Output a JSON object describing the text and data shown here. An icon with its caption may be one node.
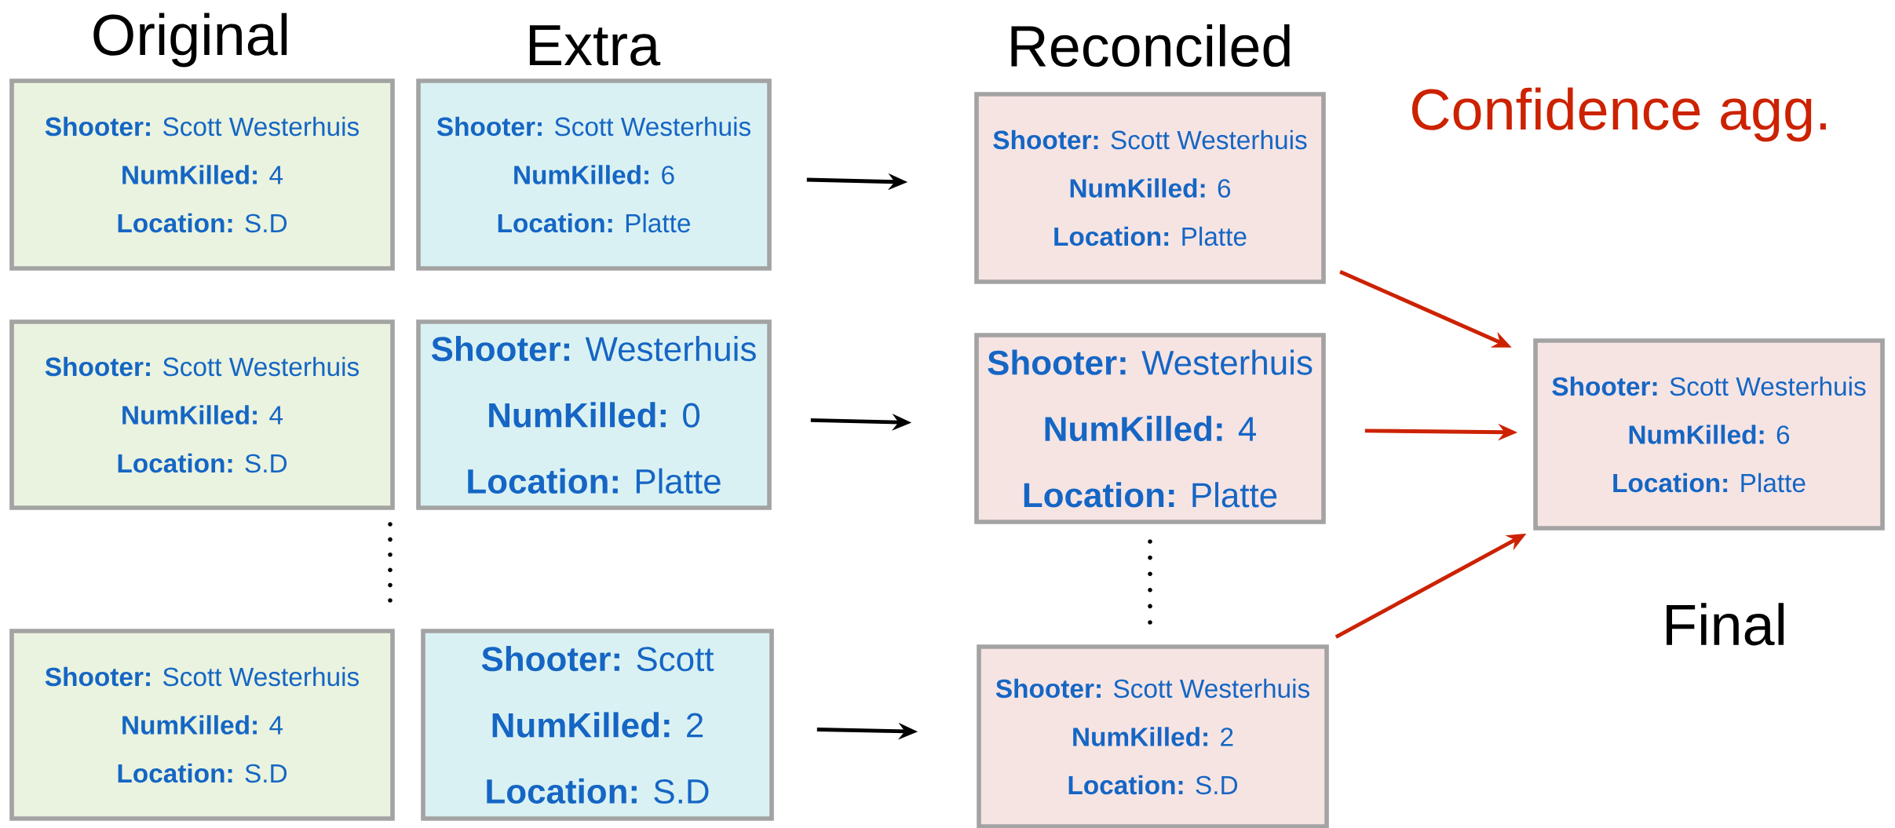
{
  "diagram": {
    "nodes": [
      {
        "text": [
          "**Shooter:** Scott Westerhuis",
          "**NumKilled:** 4",
          "**Location:** S.D"
        ]
      },
      {
        "text": [
          "**Shooter:** Scott Westerhuis",
          "**NumKilled:** 6",
          "**Location:** Platte"
        ]
      },
      {
        "text": [
          "**Shooter:** Scott Westerhuis",
          "**NumKilled:** 6",
          "**Location:** Platte"
        ]
      },
      {
        "text": [
          "**Shooter:** Scott Westerhuis",
          "**NumKilled:** 4",
          "**Location:** S.D"
        ]
      },
      {
        "text": [
          "**Shooter:** Westerhuis",
          "**NumKilled:** 0",
          "**Location:** Platte"
        ]
      },
      {
        "text": [
          "**Shooter:** Westerhuis",
          "**NumKilled:** 4",
          "**Location:** Platte"
        ]
      },
      {
        "text": [
          "**Shooter:** Scott Westerhuis",
          "**NumKilled:** 6",
          "**Location:** Platte"
        ],
        "beside": [
          "Final"
        ]
      },
      {
        "text": [
          "**Shooter:** Scott Westerhuis",
          "**NumKilled:** 4",
          "**Location:** S.D"
        ]
      },
      {
        "text": [
          "**Shooter:** Scott",
          "**NumKilled:** 2",
          "**Location:** S.D"
        ]
      },
      {
        "text": [
          "**Shooter:** Scott Westerhuis",
          "**NumKilled:** 2",
          "**Location:** S.D"
        ]
      }
    ],
    "edges": [
      {
        "from": 1,
        "to": 2,
        "arrow": "to"
      },
      {
        "from": 4,
        "to": 5,
        "arrow": "to"
      },
      {
        "from": 8,
        "to": 9,
        "arrow": "to"
      },
      {
        "from": 2,
        "to": 6,
        "arrow": "to",
        "color": "#cc2200"
      },
      {
        "from": 5,
        "to": 6,
        "arrow": "to",
        "color": "#cc2200"
      },
      {
        "from": 9,
        "to": 6,
        "arrow": "to",
        "color": "#cc2200"
      }
    ],
    "labels": [
      "Original",
      "Extra",
      "Reconciled",
      "Confidence agg."
    ]
  }
}
